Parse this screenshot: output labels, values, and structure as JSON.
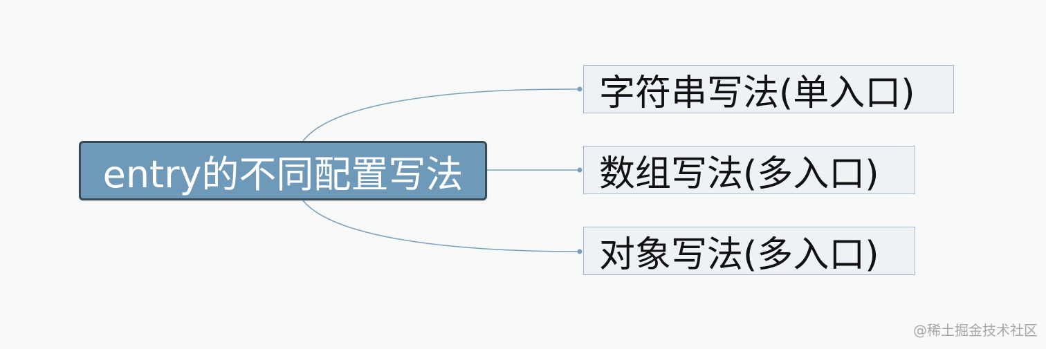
{
  "mindmap": {
    "root": {
      "label": "entry的不同配置写法",
      "fill": "#6e99b9",
      "border": "#3a4b58"
    },
    "children": [
      {
        "label": "字符串写法(单入口)"
      },
      {
        "label": "数组写法(多入口)"
      },
      {
        "label": "对象写法(多入口)"
      }
    ],
    "child_fill": "#eef2f6",
    "connector_color": "#7a9fb9"
  },
  "watermark": {
    "text": "@稀土掘金技术社区"
  }
}
